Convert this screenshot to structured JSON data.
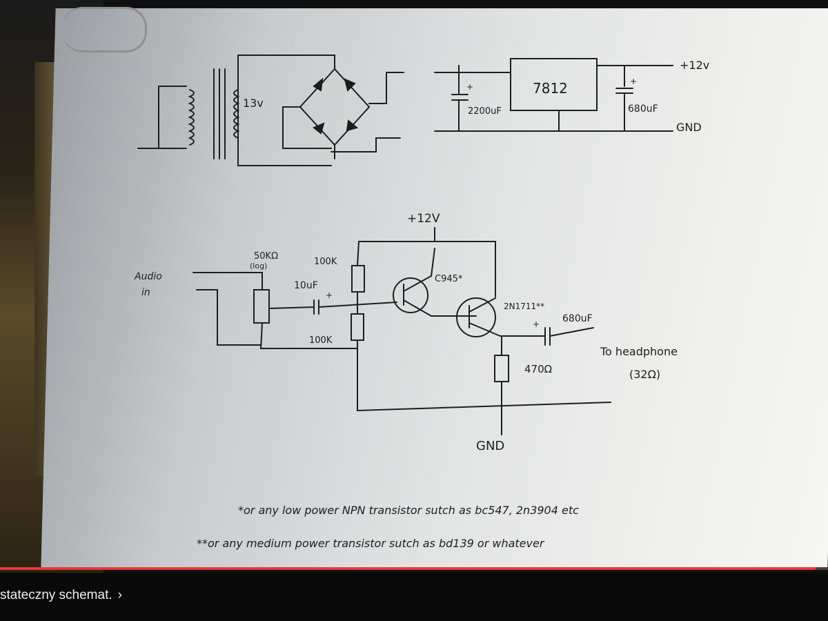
{
  "schematic": {
    "transformer_voltage": "13v",
    "regulator": "7812",
    "cap_input": "2200uF",
    "cap_output_psu": "680uF",
    "psu_out_plus": "+12v",
    "psu_out_gnd": "GND",
    "amp_supply": "+12V",
    "pot_value": "50KΩ",
    "pot_taper": "(log)",
    "audio_in_line1": "Audio",
    "audio_in_line2": "in",
    "res_top": "100K",
    "res_bottom": "100K",
    "cap_input_amp": "10uF",
    "q1_label": "C945*",
    "q2_label": "2N1711**",
    "cap_out_amp": "680uF",
    "res_emitter": "470Ω",
    "out_line1": "To headphone",
    "out_line2": "(32Ω)",
    "gnd_label": "GND",
    "note1": "*or any low power NPN transistor sutch as bc547, 2n3904 etc",
    "note2": "**or any medium power transistor sutch as bd139 or whatever",
    "plus_sign": "+"
  },
  "video": {
    "progress": 0.985,
    "caption": "stateczny schemat.",
    "caption_chevron": "›"
  }
}
